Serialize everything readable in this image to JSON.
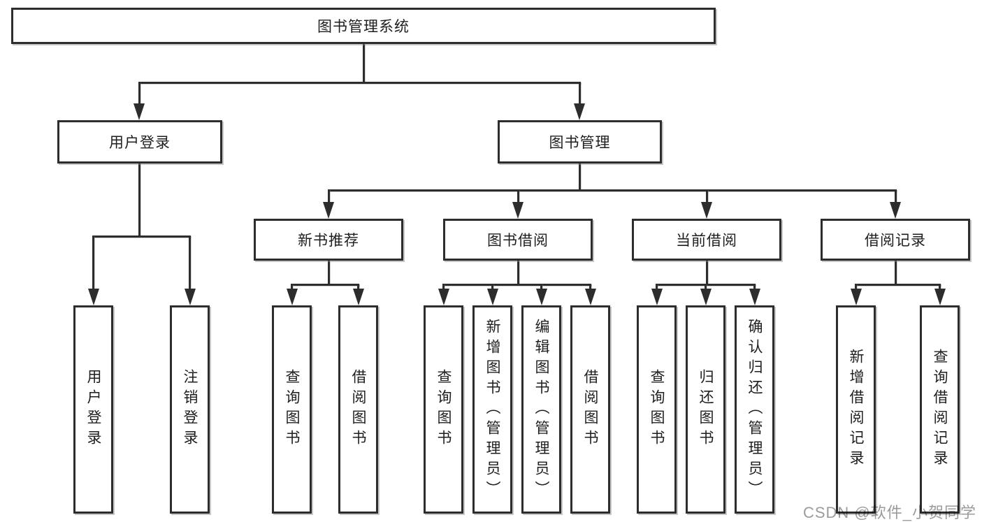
{
  "diagram": {
    "title": "图书管理系统",
    "type": "functional-structure-tree",
    "colors": {
      "line": "#2d2d2d",
      "box_border": "#2d2d2d",
      "text": "#1e1e1e",
      "background": "#ffffff",
      "watermark": "#9b9b9b"
    },
    "root": {
      "label": "图书管理系统"
    },
    "level2": [
      {
        "label": "用户登录"
      },
      {
        "label": "图书管理"
      }
    ],
    "level3": [
      {
        "label": "新书推荐"
      },
      {
        "label": "图书借阅"
      },
      {
        "label": "当前借阅"
      },
      {
        "label": "借阅记录"
      }
    ],
    "leaves_user": [
      {
        "label": "用户登录"
      },
      {
        "label": "注销登录"
      }
    ],
    "leaves_recommend": [
      {
        "label": "查询图书"
      },
      {
        "label": "借阅图书"
      }
    ],
    "leaves_borrow": [
      {
        "label": "查询图书"
      },
      {
        "label": "新增图书（管理员）"
      },
      {
        "label": "编辑图书（管理员）"
      },
      {
        "label": "借阅图书"
      }
    ],
    "leaves_current": [
      {
        "label": "查询图书"
      },
      {
        "label": "归还图书"
      },
      {
        "label": "确认归还（管理员）"
      }
    ],
    "leaves_records": [
      {
        "label": "新增借阅记录"
      },
      {
        "label": "查询借阅记录"
      }
    ]
  },
  "watermark": {
    "text": "CSDN @软件_小贺同学"
  }
}
